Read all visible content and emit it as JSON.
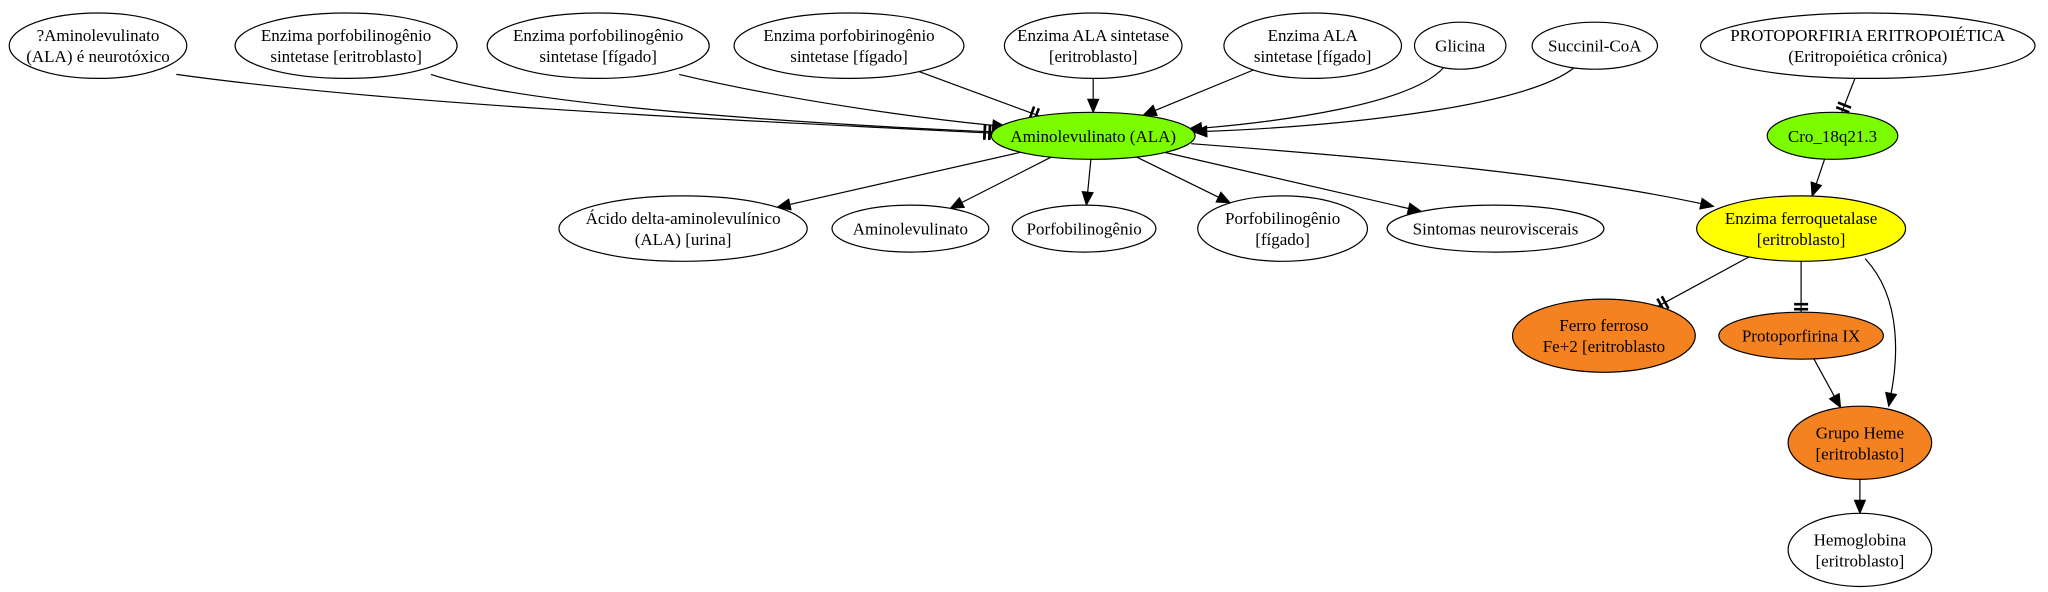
{
  "colors": {
    "white": "#ffffff",
    "green": "#7cfc00",
    "yellow": "#ffff00",
    "orange": "#f58220",
    "stroke": "#000000"
  },
  "nodes": {
    "aminolevulinato_neurotoxico": {
      "lines": [
        "?Aminolevulinato",
        "(ALA) é neurotóxico"
      ],
      "fill": "white"
    },
    "porfobilinogenio_sintetase_eritroblasto": {
      "lines": [
        "Enzima porfobilinogênio",
        "sintetase [eritroblasto]"
      ],
      "fill": "white"
    },
    "porfobilinogenio_sintetase_figado": {
      "lines": [
        "Enzima porfobilinogênio",
        "sintetase [fígado]"
      ],
      "fill": "white"
    },
    "porfobirinogenio_sintetase_figado": {
      "lines": [
        "Enzima porfobirinogênio",
        "sintetase [fígado]"
      ],
      "fill": "white"
    },
    "ala_sintetase_eritroblasto": {
      "lines": [
        "Enzima ALA sintetase",
        "[eritroblasto]"
      ],
      "fill": "white"
    },
    "ala_sintetase_figado": {
      "lines": [
        "Enzima ALA",
        "sintetase [fígado]"
      ],
      "fill": "white"
    },
    "glicina": {
      "lines": [
        "Glicina"
      ],
      "fill": "white"
    },
    "succinil_coa": {
      "lines": [
        "Succinil-CoA"
      ],
      "fill": "white"
    },
    "protoporfiria": {
      "lines": [
        "PROTOPORFIRIA ERITROPOIÉTICA",
        "(Eritropoiética crônica)"
      ],
      "fill": "white"
    },
    "ala_center": {
      "lines": [
        "Aminolevulinato (ALA)"
      ],
      "fill": "green"
    },
    "cro": {
      "lines": [
        "Cro_18q21.3"
      ],
      "fill": "green"
    },
    "acido_ala_urina": {
      "lines": [
        "Ácido delta-aminolevulínico",
        "(ALA) [urina]"
      ],
      "fill": "white"
    },
    "aminolevulinato": {
      "lines": [
        "Aminolevulinato"
      ],
      "fill": "white"
    },
    "porfobilinogenio": {
      "lines": [
        "Porfobilinogênio"
      ],
      "fill": "white"
    },
    "porfobilinogenio_figado": {
      "lines": [
        "Porfobilinogênio",
        "[fígado]"
      ],
      "fill": "white"
    },
    "sintomas": {
      "lines": [
        "Sintomas neuroviscerais"
      ],
      "fill": "white"
    },
    "ferroquetalase": {
      "lines": [
        "Enzima ferroquetalase",
        "[eritroblasto]"
      ],
      "fill": "yellow"
    },
    "ferro_ferroso": {
      "lines": [
        "Ferro ferroso",
        "Fe+2 [eritroblasto"
      ],
      "fill": "orange"
    },
    "protoporfirina_ix": {
      "lines": [
        "Protoporfirina IX"
      ],
      "fill": "orange"
    },
    "grupo_heme": {
      "lines": [
        "Grupo Heme",
        "[eritroblasto]"
      ],
      "fill": "orange"
    },
    "hemoglobina": {
      "lines": [
        "Hemoglobina",
        "[eritroblasto]"
      ],
      "fill": "white"
    }
  },
  "edges": [
    {
      "from": "aminolevulinato_neurotoxico",
      "to": "ala_center",
      "type": "inhibit"
    },
    {
      "from": "porfobilinogenio_sintetase_eritroblasto",
      "to": "ala_center",
      "type": "inhibit"
    },
    {
      "from": "porfobilinogenio_sintetase_figado",
      "to": "ala_center",
      "type": "arrow"
    },
    {
      "from": "porfobirinogenio_sintetase_figado",
      "to": "ala_center",
      "type": "inhibit"
    },
    {
      "from": "ala_sintetase_eritroblasto",
      "to": "ala_center",
      "type": "arrow"
    },
    {
      "from": "ala_sintetase_figado",
      "to": "ala_center",
      "type": "arrow"
    },
    {
      "from": "glicina",
      "to": "ala_center",
      "type": "arrow"
    },
    {
      "from": "succinil_coa",
      "to": "ala_center",
      "type": "arrow"
    },
    {
      "from": "ala_center",
      "to": "acido_ala_urina",
      "type": "arrow"
    },
    {
      "from": "ala_center",
      "to": "aminolevulinato",
      "type": "arrow"
    },
    {
      "from": "ala_center",
      "to": "porfobilinogenio",
      "type": "arrow"
    },
    {
      "from": "ala_center",
      "to": "porfobilinogenio_figado",
      "type": "arrow"
    },
    {
      "from": "ala_center",
      "to": "sintomas",
      "type": "arrow"
    },
    {
      "from": "ala_center",
      "to": "ferroquetalase",
      "type": "arrow"
    },
    {
      "from": "protoporfiria",
      "to": "cro",
      "type": "inhibit"
    },
    {
      "from": "cro",
      "to": "ferroquetalase",
      "type": "arrow"
    },
    {
      "from": "ferroquetalase",
      "to": "ferro_ferroso",
      "type": "inhibit"
    },
    {
      "from": "ferroquetalase",
      "to": "protoporfirina_ix",
      "type": "inhibit"
    },
    {
      "from": "ferroquetalase",
      "to": "grupo_heme",
      "type": "arrow"
    },
    {
      "from": "protoporfirina_ix",
      "to": "grupo_heme",
      "type": "arrow"
    },
    {
      "from": "grupo_heme",
      "to": "hemoglobina",
      "type": "arrow"
    }
  ]
}
